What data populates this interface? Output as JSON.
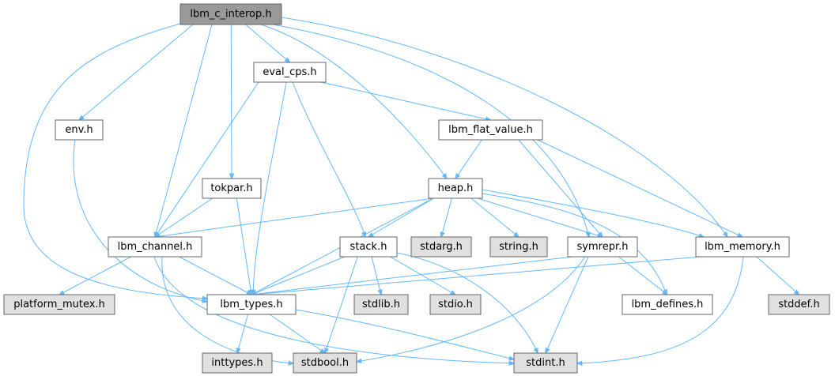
{
  "graph": {
    "colors": {
      "edge": "#63b8ff",
      "root_fill": "#999999",
      "node_fill": "#ffffff",
      "system_fill": "#e0e0e0",
      "border": "#666666"
    },
    "nodes": [
      {
        "id": "lbm_c_interop",
        "label": "lbm_c_interop.h",
        "kind": "root"
      },
      {
        "id": "eval_cps",
        "label": "eval_cps.h",
        "kind": "header"
      },
      {
        "id": "env",
        "label": "env.h",
        "kind": "header"
      },
      {
        "id": "lbm_flat_value",
        "label": "lbm_flat_value.h",
        "kind": "header"
      },
      {
        "id": "tokpar",
        "label": "tokpar.h",
        "kind": "header"
      },
      {
        "id": "heap",
        "label": "heap.h",
        "kind": "header"
      },
      {
        "id": "lbm_channel",
        "label": "lbm_channel.h",
        "kind": "header"
      },
      {
        "id": "stack",
        "label": "stack.h",
        "kind": "header"
      },
      {
        "id": "stdarg",
        "label": "stdarg.h",
        "kind": "system"
      },
      {
        "id": "string",
        "label": "string.h",
        "kind": "system"
      },
      {
        "id": "symrepr",
        "label": "symrepr.h",
        "kind": "header"
      },
      {
        "id": "lbm_memory",
        "label": "lbm_memory.h",
        "kind": "header"
      },
      {
        "id": "platform_mutex",
        "label": "platform_mutex.h",
        "kind": "system"
      },
      {
        "id": "lbm_types",
        "label": "lbm_types.h",
        "kind": "header"
      },
      {
        "id": "stdlib",
        "label": "stdlib.h",
        "kind": "system"
      },
      {
        "id": "stdio",
        "label": "stdio.h",
        "kind": "system"
      },
      {
        "id": "lbm_defines",
        "label": "lbm_defines.h",
        "kind": "header"
      },
      {
        "id": "stddef",
        "label": "stddef.h",
        "kind": "system"
      },
      {
        "id": "inttypes",
        "label": "inttypes.h",
        "kind": "system"
      },
      {
        "id": "stdbool",
        "label": "stdbool.h",
        "kind": "system"
      },
      {
        "id": "stdint",
        "label": "stdint.h",
        "kind": "system"
      }
    ],
    "edges": [
      [
        "lbm_c_interop",
        "eval_cps"
      ],
      [
        "lbm_c_interop",
        "env"
      ],
      [
        "lbm_c_interop",
        "tokpar"
      ],
      [
        "lbm_c_interop",
        "heap"
      ],
      [
        "lbm_c_interop",
        "lbm_channel"
      ],
      [
        "lbm_c_interop",
        "symrepr"
      ],
      [
        "lbm_c_interop",
        "lbm_memory"
      ],
      [
        "lbm_c_interop",
        "lbm_types"
      ],
      [
        "eval_cps",
        "lbm_flat_value"
      ],
      [
        "eval_cps",
        "lbm_channel"
      ],
      [
        "eval_cps",
        "stack"
      ],
      [
        "eval_cps",
        "lbm_types"
      ],
      [
        "env",
        "lbm_types"
      ],
      [
        "lbm_flat_value",
        "heap"
      ],
      [
        "lbm_flat_value",
        "symrepr"
      ],
      [
        "lbm_flat_value",
        "lbm_memory"
      ],
      [
        "tokpar",
        "lbm_channel"
      ],
      [
        "tokpar",
        "lbm_types"
      ],
      [
        "heap",
        "lbm_channel"
      ],
      [
        "heap",
        "stack"
      ],
      [
        "heap",
        "stdarg"
      ],
      [
        "heap",
        "string"
      ],
      [
        "heap",
        "symrepr"
      ],
      [
        "heap",
        "lbm_memory"
      ],
      [
        "heap",
        "lbm_defines"
      ],
      [
        "heap",
        "lbm_types"
      ],
      [
        "lbm_channel",
        "platform_mutex"
      ],
      [
        "lbm_channel",
        "lbm_types"
      ],
      [
        "lbm_channel",
        "stdbool"
      ],
      [
        "lbm_channel",
        "stdint"
      ],
      [
        "stack",
        "lbm_types"
      ],
      [
        "stack",
        "stdlib"
      ],
      [
        "stack",
        "stdio"
      ],
      [
        "stack",
        "stdbool"
      ],
      [
        "stack",
        "stdint"
      ],
      [
        "symrepr",
        "lbm_types"
      ],
      [
        "symrepr",
        "lbm_defines"
      ],
      [
        "symrepr",
        "stdbool"
      ],
      [
        "symrepr",
        "stdint"
      ],
      [
        "lbm_memory",
        "lbm_types"
      ],
      [
        "lbm_memory",
        "stddef"
      ],
      [
        "lbm_memory",
        "stdint"
      ],
      [
        "lbm_types",
        "inttypes"
      ],
      [
        "lbm_types",
        "stdbool"
      ],
      [
        "lbm_types",
        "stdint"
      ]
    ]
  }
}
